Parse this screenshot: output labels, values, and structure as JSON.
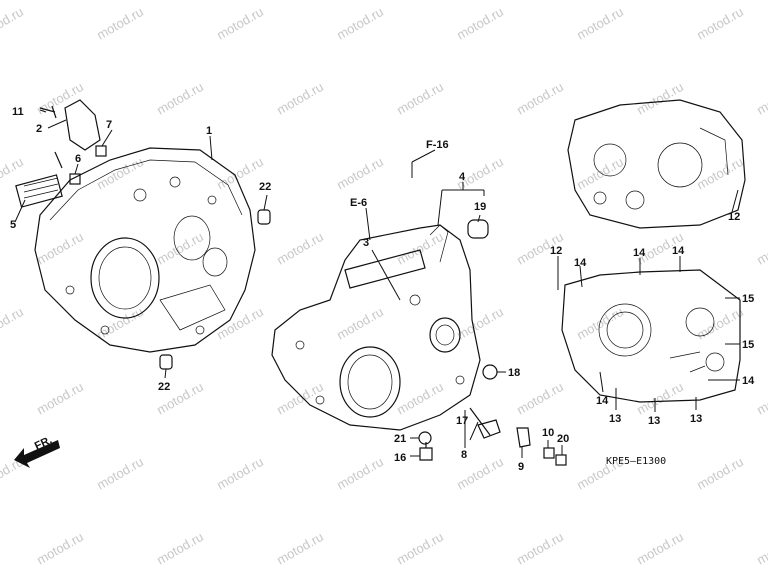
{
  "diagram": {
    "watermark": "motod.ru",
    "code": "KPE5–E1300",
    "front_arrow": "FR.",
    "refs": [
      "F-16",
      "E-6"
    ],
    "callouts": [
      "1",
      "2",
      "3",
      "4",
      "5",
      "6",
      "7",
      "8",
      "9",
      "10",
      "11",
      "12",
      "12",
      "13",
      "13",
      "13",
      "14",
      "14",
      "14",
      "14",
      "14",
      "15",
      "15",
      "16",
      "17",
      "18",
      "19",
      "20",
      "21",
      "22",
      "22"
    ]
  },
  "colors": {
    "line": "#111111",
    "watermark": "#c8c8c8",
    "background": "#ffffff"
  }
}
